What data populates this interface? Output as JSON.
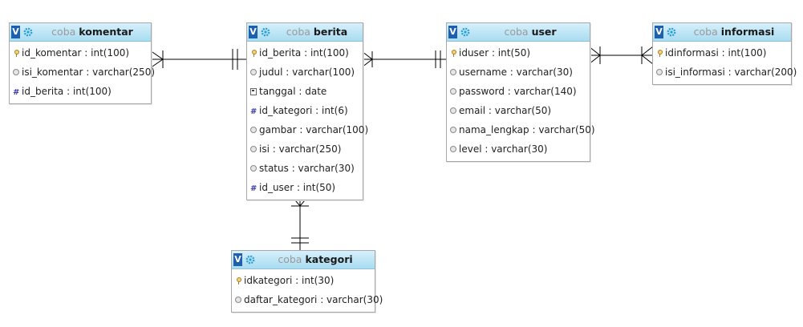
{
  "tables": {
    "komentar": {
      "db": "coba",
      "name": "komentar",
      "fields": [
        {
          "icon": "primary-key-icon",
          "text": "id_komentar : int(100)"
        },
        {
          "icon": "text-field-icon",
          "text": "isi_komentar : varchar(250)"
        },
        {
          "icon": "numeric-field-icon",
          "text": "id_berita : int(100)"
        }
      ]
    },
    "berita": {
      "db": "coba",
      "name": "berita",
      "fields": [
        {
          "icon": "primary-key-icon",
          "text": "id_berita : int(100)"
        },
        {
          "icon": "text-field-icon",
          "text": "judul : varchar(100)"
        },
        {
          "icon": "date-field-icon",
          "text": "tanggal : date"
        },
        {
          "icon": "numeric-field-icon",
          "text": "id_kategori : int(6)"
        },
        {
          "icon": "text-field-icon",
          "text": "gambar : varchar(100)"
        },
        {
          "icon": "text-field-icon",
          "text": "isi : varchar(250)"
        },
        {
          "icon": "text-field-icon",
          "text": "status : varchar(30)"
        },
        {
          "icon": "numeric-field-icon",
          "text": "id_user : int(50)"
        }
      ]
    },
    "user": {
      "db": "coba",
      "name": "user",
      "fields": [
        {
          "icon": "primary-key-icon",
          "text": "iduser : int(50)"
        },
        {
          "icon": "text-field-icon",
          "text": "username : varchar(30)"
        },
        {
          "icon": "text-field-icon",
          "text": "password : varchar(140)"
        },
        {
          "icon": "text-field-icon",
          "text": "email : varchar(50)"
        },
        {
          "icon": "text-field-icon",
          "text": "nama_lengkap : varchar(50)"
        },
        {
          "icon": "text-field-icon",
          "text": "level : varchar(30)"
        }
      ]
    },
    "informasi": {
      "db": "coba",
      "name": "informasi",
      "fields": [
        {
          "icon": "primary-key-icon",
          "text": "idinformasi : int(100)"
        },
        {
          "icon": "text-field-icon",
          "text": "isi_informasi : varchar(200)"
        }
      ]
    },
    "kategori": {
      "db": "coba",
      "name": "kategori",
      "fields": [
        {
          "icon": "primary-key-icon",
          "text": "idkategori : int(30)"
        },
        {
          "icon": "text-field-icon",
          "text": "daftar_kategori : varchar(30)"
        }
      ]
    }
  },
  "header_button": "V",
  "relations": [
    {
      "from": "komentar",
      "to": "berita",
      "from_end": "many",
      "to_end": "one"
    },
    {
      "from": "berita",
      "to": "user",
      "from_end": "many",
      "to_end": "one"
    },
    {
      "from": "user",
      "to": "informasi",
      "from_end": "many",
      "to_end": "many"
    },
    {
      "from": "berita",
      "to": "kategori",
      "from_end": "many",
      "to_end": "one"
    }
  ],
  "colors": {
    "header_gradient_top": "#d6f0fb",
    "header_gradient_bottom": "#a9dcf1",
    "v_button": "#1e5fae",
    "gear": "#2a9fd8",
    "line": "#000000"
  }
}
